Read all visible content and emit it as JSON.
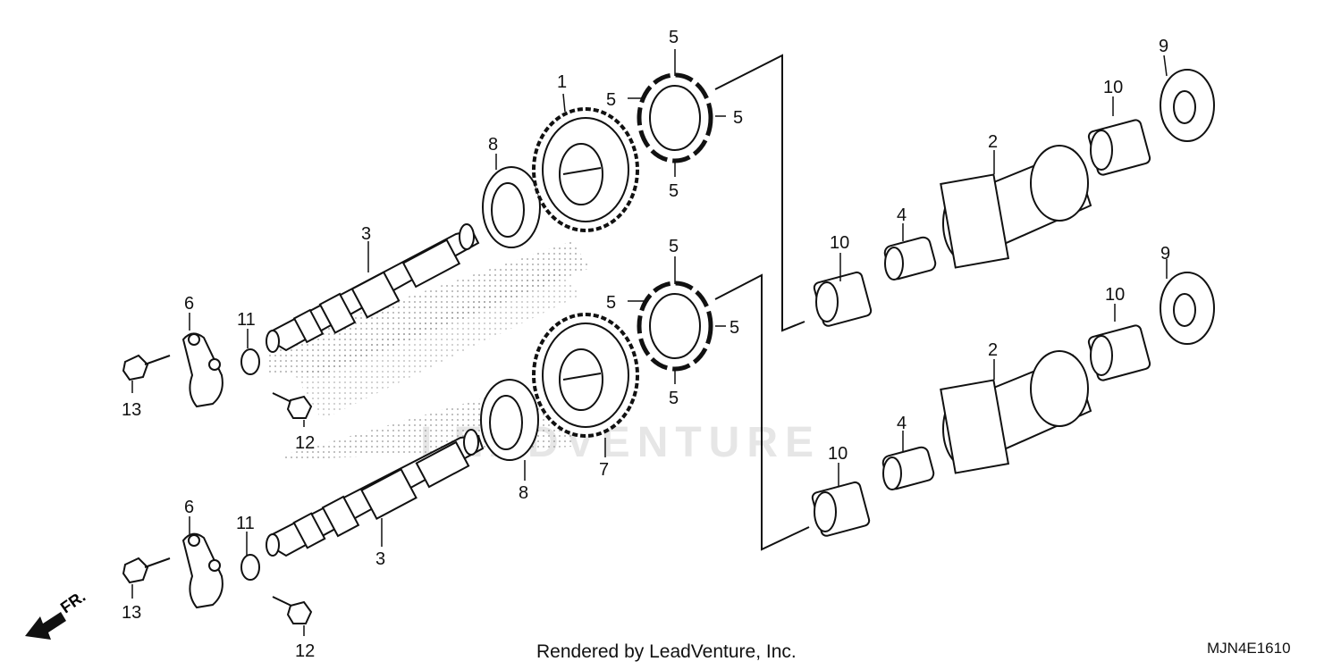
{
  "footer": {
    "credit": "Rendered by LeadVenture, Inc.",
    "code": "MJN4E1610"
  },
  "watermark": {
    "text": "LEADVENTURE"
  },
  "direction": {
    "label": "FR."
  },
  "callouts": {
    "c1": "1",
    "c2a": "2",
    "c2b": "2",
    "c3a": "3",
    "c3b": "3",
    "c4a": "4",
    "c4b": "4",
    "c5a": "5",
    "c5b": "5",
    "c5c": "5",
    "c5d": "5",
    "c5e": "5",
    "c5f": "5",
    "c5g": "5",
    "c5h": "5",
    "c6a": "6",
    "c6b": "6",
    "c7": "7",
    "c8a": "8",
    "c8b": "8",
    "c9a": "9",
    "c9b": "9",
    "c10a": "10",
    "c10b": "10",
    "c10c": "10",
    "c10d": "10",
    "c11a": "11",
    "c11b": "11",
    "c12a": "12",
    "c12b": "12",
    "c13a": "13",
    "c13b": "13"
  },
  "colors": {
    "line": "#111111",
    "dots": "#8a8a8a",
    "watermark": "#e6e6e6"
  }
}
